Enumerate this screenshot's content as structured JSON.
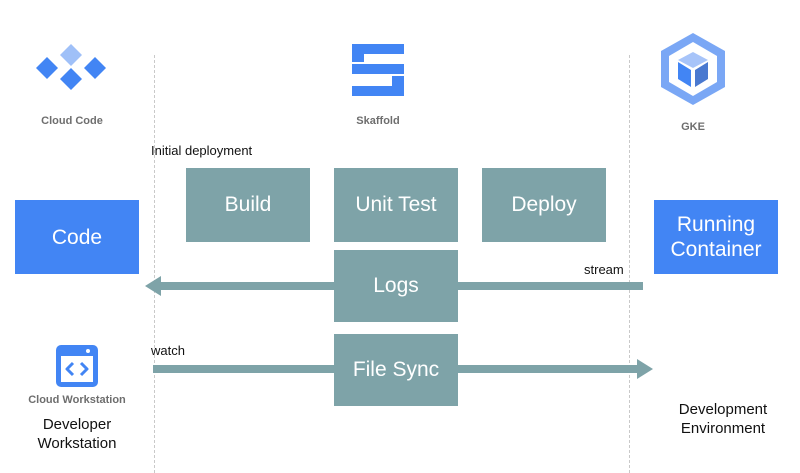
{
  "columns": {
    "cloud_code": {
      "caption": "Cloud Code",
      "icon": "cloud-code-diamonds-icon",
      "color": "#4285f4"
    },
    "skaffold": {
      "caption": "Skaffold",
      "icon": "skaffold-logo-icon",
      "color": "#4285f4"
    },
    "gke": {
      "caption": "GKE",
      "icon": "gke-hexagon-cube-icon",
      "color": "#7aa7f5"
    }
  },
  "steps": {
    "initial_label": "Initial deployment",
    "build": "Build",
    "unit_test": "Unit Test",
    "deploy": "Deploy"
  },
  "workstation": {
    "code": "Code",
    "icon": "cloud-workstation-icon",
    "caption": "Cloud Workstation",
    "label_line1": "Developer",
    "label_line2": "Workstation"
  },
  "environment": {
    "running_line1": "Running",
    "running_line2": "Container",
    "label_line1": "Development",
    "label_line2": "Environment"
  },
  "flows": {
    "logs": "Logs",
    "stream": "stream",
    "file_sync": "File Sync",
    "watch": "watch"
  },
  "colors": {
    "teal": "#7ea3a8",
    "blue": "#4285f4",
    "divider": "#c9c9c9"
  }
}
